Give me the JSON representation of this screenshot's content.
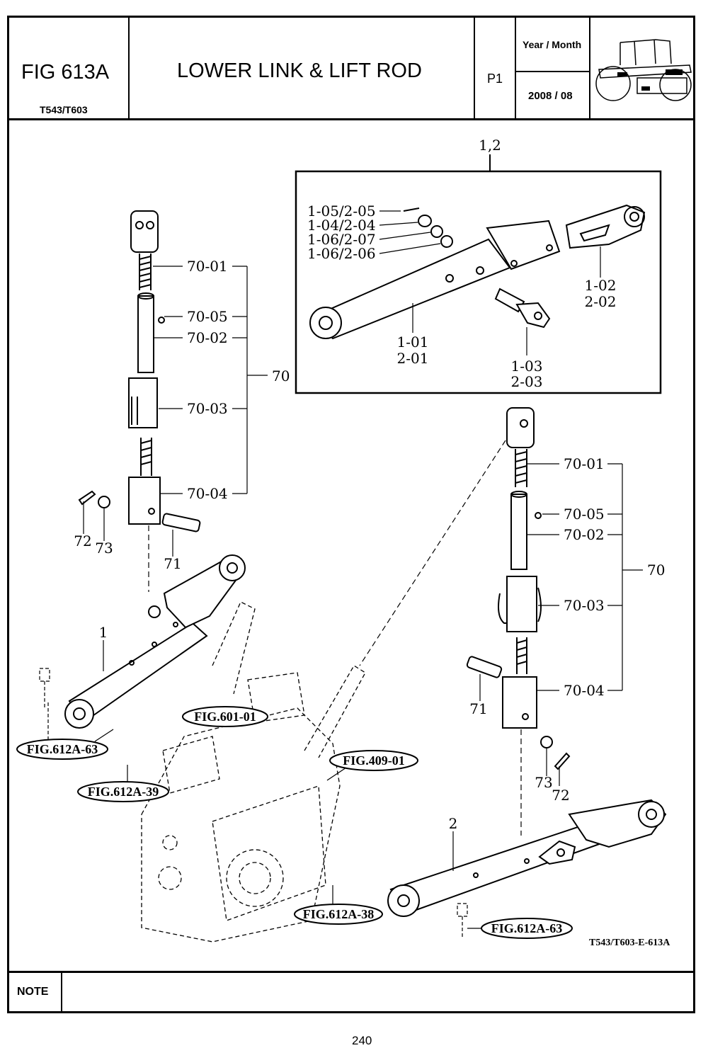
{
  "header": {
    "fig_number": "FIG 613A",
    "model": "T543/T603",
    "title": "LOWER LINK & LIFT ROD",
    "page_code": "P1",
    "year_month_label": "Year / Month",
    "year_month_value": "2008 / 08",
    "thumbnail_icon": "tractor-icon"
  },
  "diagram": {
    "inset_callout": "1,2",
    "inset_labels": {
      "c105": "1-05/2-05",
      "c104": "1-04/2-04",
      "c106a": "1-06/2-07",
      "c106b": "1-06/2-06",
      "c102": "1-02",
      "c202": "2-02",
      "c101": "1-01",
      "c201": "2-01",
      "c103": "1-03",
      "c203": "2-03"
    },
    "left_rod_labels": {
      "r01": "70-01",
      "r05": "70-05",
      "r02": "70-02",
      "r03": "70-03",
      "r04": "70-04",
      "group": "70",
      "p72": "72",
      "p73": "73",
      "p71": "71",
      "link": "1"
    },
    "right_rod_labels": {
      "r01": "70-01",
      "r05": "70-05",
      "r02": "70-02",
      "r03": "70-03",
      "r04": "70-04",
      "group": "70",
      "p71": "71",
      "p73": "73",
      "p72": "72",
      "link": "2"
    },
    "references": {
      "fig601": "FIG.601-01",
      "fig612_63_left": "FIG.612A-63",
      "fig612_39": "FIG.612A-39",
      "fig409": "FIG.409-01",
      "fig612_38": "FIG.612A-38",
      "fig612_63_right": "FIG.612A-63"
    },
    "drawing_code": "T543/T603-E-613A"
  },
  "footer": {
    "note_label": "NOTE",
    "note_text": "",
    "page_number": "240"
  }
}
